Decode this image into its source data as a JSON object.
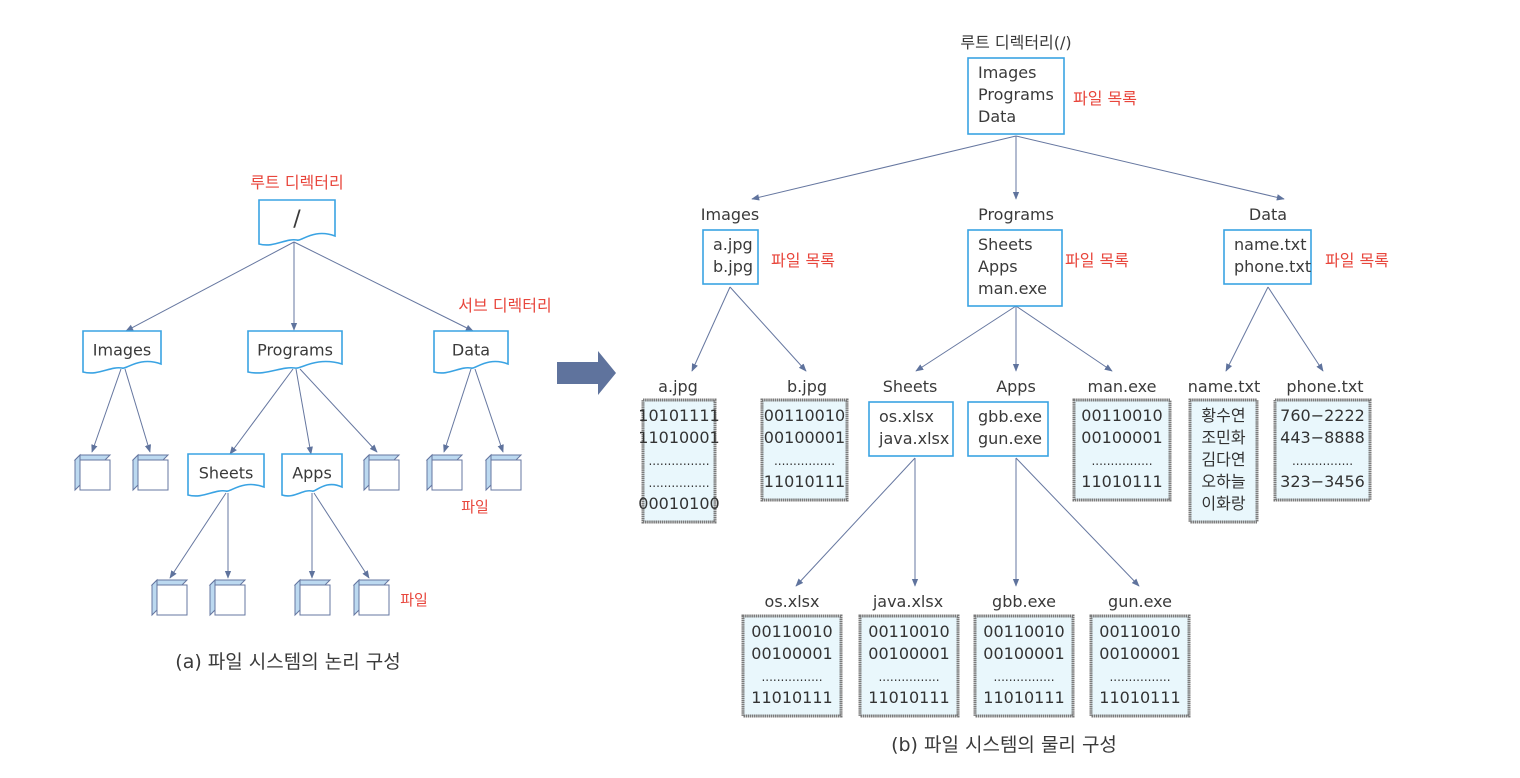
{
  "colors": {
    "box_border": "#3aa3e3",
    "edge": "#6677a0",
    "annotation": "#e8463c",
    "file_fill": "#e9f7fc",
    "file_border": "#7a7a7a",
    "arrow_fill": "#5f739d",
    "cube_side": "#bcd9f0"
  },
  "logical": {
    "caption": "(a) 파일 시스템의 논리 구성",
    "root_label": "루트 디렉터리",
    "root_name": "/",
    "subdir_annotation": "서브 디렉터리",
    "file_annotation_1": "파일",
    "file_annotation_2": "파일",
    "dirs": [
      {
        "id": "images",
        "name": "Images"
      },
      {
        "id": "programs",
        "name": "Programs"
      },
      {
        "id": "data",
        "name": "Data"
      },
      {
        "id": "sheets",
        "name": "Sheets"
      },
      {
        "id": "apps",
        "name": "Apps"
      }
    ]
  },
  "transition_arrow": "right-arrow-icon",
  "physical": {
    "caption": "(b) 파일 시스템의 물리 구성",
    "root_title": "루트 디렉터리(/)",
    "file_list_annotation": "파일 목록",
    "root_entries": [
      "Images",
      "Programs",
      "Data"
    ],
    "directories": [
      {
        "id": "images",
        "title": "Images",
        "entries": [
          "a.jpg",
          "b.jpg"
        ]
      },
      {
        "id": "programs",
        "title": "Programs",
        "entries": [
          "Sheets",
          "Apps",
          "man.exe"
        ]
      },
      {
        "id": "data",
        "title": "Data",
        "entries": [
          "name.txt",
          "phone.txt"
        ]
      },
      {
        "id": "sheets",
        "title": "Sheets",
        "entries": [
          "os.xlsx",
          "java.xlsx"
        ]
      },
      {
        "id": "apps",
        "title": "Apps",
        "entries": [
          "gbb.exe",
          "gun.exe"
        ]
      }
    ],
    "files": [
      {
        "id": "a-jpg",
        "title": "a.jpg",
        "lines": [
          "10101111",
          "11010001",
          "................",
          "................",
          "00010100"
        ]
      },
      {
        "id": "b-jpg",
        "title": "b.jpg",
        "lines": [
          "00110010",
          "00100001",
          "................",
          "11010111"
        ]
      },
      {
        "id": "man-exe",
        "title": "man.exe",
        "lines": [
          "00110010",
          "00100001",
          "................",
          "11010111"
        ]
      },
      {
        "id": "name-txt",
        "title": "name.txt",
        "lines": [
          "황수연",
          "조민화",
          "김다연",
          "오하늘",
          "이화랑"
        ]
      },
      {
        "id": "phone-txt",
        "title": "phone.txt",
        "lines": [
          "760−2222",
          "443−8888",
          "................",
          "323−3456"
        ]
      },
      {
        "id": "os-xlsx",
        "title": "os.xlsx",
        "lines": [
          "00110010",
          "00100001",
          "................",
          "11010111"
        ]
      },
      {
        "id": "java-xlsx",
        "title": "java.xlsx",
        "lines": [
          "00110010",
          "00100001",
          "................",
          "11010111"
        ]
      },
      {
        "id": "gbb-exe",
        "title": "gbb.exe",
        "lines": [
          "00110010",
          "00100001",
          "................",
          "11010111"
        ]
      },
      {
        "id": "gun-exe",
        "title": "gun.exe",
        "lines": [
          "00110010",
          "00100001",
          "................",
          "11010111"
        ]
      }
    ]
  }
}
